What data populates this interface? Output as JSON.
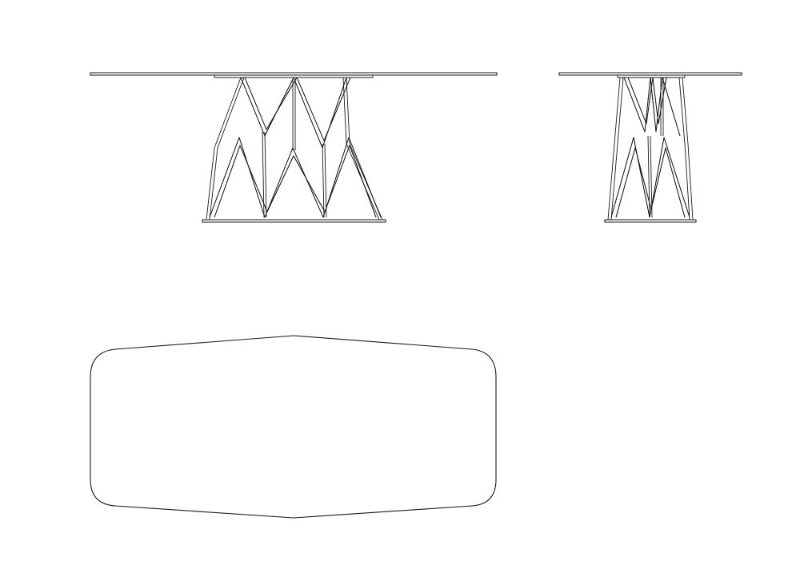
{
  "drawing": {
    "views": [
      {
        "view": "front-elevation"
      },
      {
        "view": "side-elevation"
      },
      {
        "view": "plan-view"
      }
    ],
    "line_color": "#1a1a1a",
    "background_color": "#ffffff"
  }
}
